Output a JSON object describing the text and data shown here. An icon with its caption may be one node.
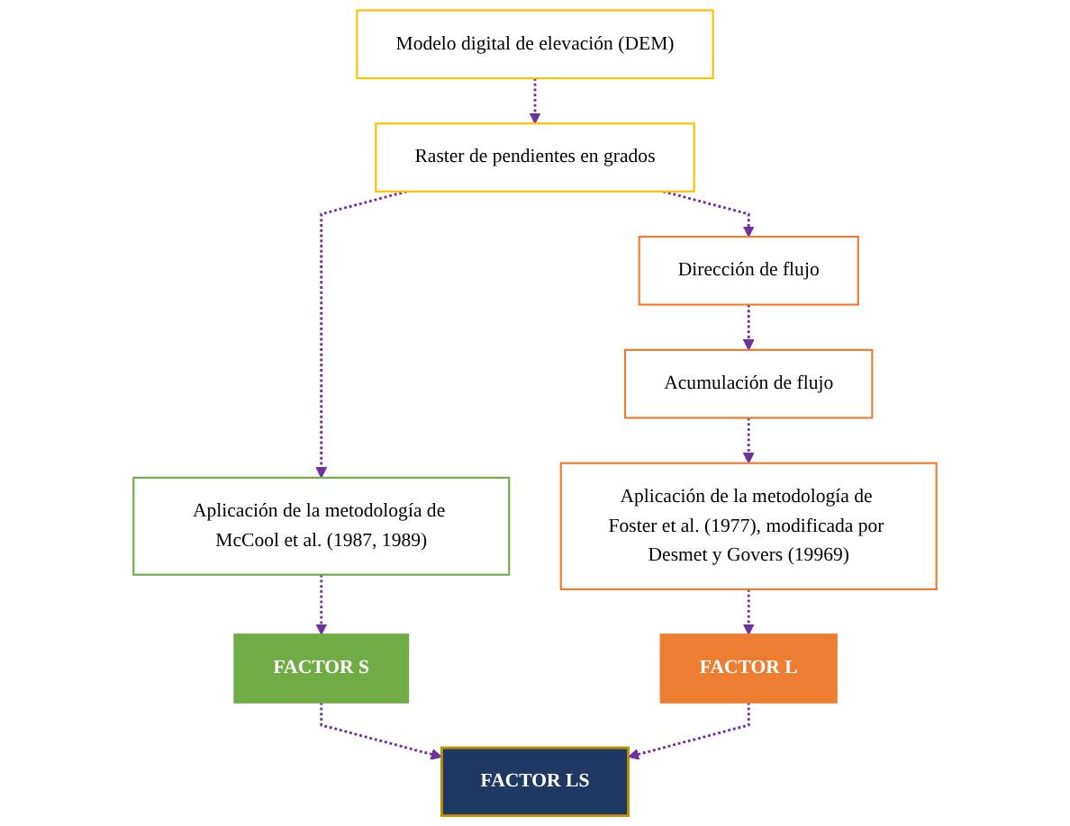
{
  "diagram": {
    "nodes": [
      {
        "text": [
          "Modelo digital de elevación (DEM)"
        ]
      },
      {
        "text": [
          "Raster de pendientes en grados"
        ]
      },
      {
        "text": [
          "Dirección de flujo"
        ]
      },
      {
        "text": [
          "Aplicación de la metodología de McCool et al. (1987, 1989)"
        ]
      },
      {
        "text": [
          "Acumulación de flujo"
        ]
      },
      {
        "text": [
          "Aplicación de la metodología de Foster et al. (1977), modificada por Desmet y Govers (19969)"
        ]
      },
      {
        "text": [
          "FACTOR S"
        ]
      },
      {
        "text": [
          "FACTOR L"
        ]
      },
      {
        "text": [
          "FACTOR LS"
        ]
      }
    ],
    "edges": [
      {
        "from": 0,
        "to": 1,
        "arrow": "to",
        "style": "dashed"
      },
      {
        "from": 1,
        "to": 2,
        "arrow": "to",
        "style": "dashed"
      },
      {
        "from": 1,
        "to": 3,
        "arrow": "to",
        "style": "dashed"
      },
      {
        "from": 2,
        "to": 4,
        "arrow": "to",
        "style": "dashed"
      },
      {
        "from": 4,
        "to": 5,
        "arrow": "to",
        "style": "dashed"
      },
      {
        "from": 5,
        "to": 7,
        "arrow": "to",
        "style": "dashed"
      },
      {
        "from": 3,
        "to": 6,
        "arrow": "to",
        "style": "dashed"
      },
      {
        "from": 6,
        "to": 8,
        "arrow": "to",
        "style": "dashed"
      },
      {
        "from": 7,
        "to": 8,
        "arrow": "to",
        "style": "dashed"
      }
    ]
  }
}
